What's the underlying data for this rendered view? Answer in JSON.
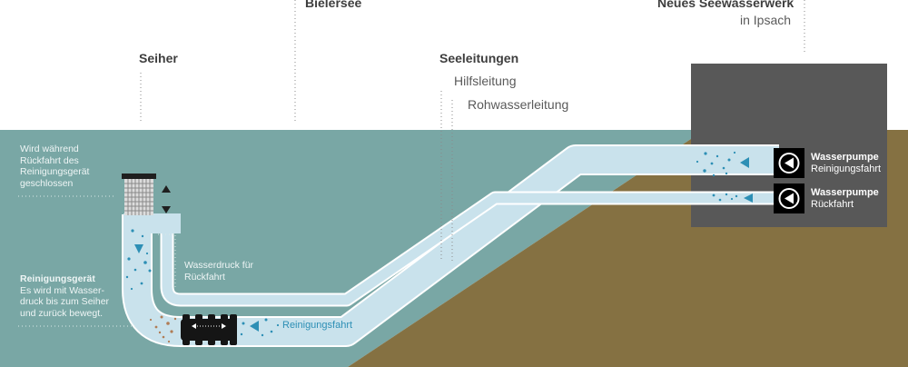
{
  "labels": {
    "bielersee": "Bielersee",
    "neues_seewasserwerk": "Neues Seewasserwerk",
    "in_ipsach": "in Ipsach",
    "seiher": "Seiher",
    "seeleitungen": "Seeleitungen",
    "hilfsleitung": "Hilfsleitung",
    "rohwasserleitung": "Rohwasserleitung"
  },
  "notes": {
    "closed_line1": "Wird während",
    "closed_line2": "Rückfahrt des",
    "closed_line3": "Reinigungsgerät",
    "closed_line4": "geschlossen",
    "device_title": "Reinigungsgerät",
    "device_line1": "Es wird mit Wasser-",
    "device_line2": "druck bis zum Seiher",
    "device_line3": "und zurück bewegt.",
    "pressure_line1": "Wasserdruck für",
    "pressure_line2": "Rückfahrt",
    "cleaning_run": "Reinigungsfahrt"
  },
  "pumps": [
    {
      "title": "Wasserpumpe",
      "subtitle": "Reinigungsfahrt"
    },
    {
      "title": "Wasserpumpe",
      "subtitle": "Rückfahrt"
    }
  ],
  "colors": {
    "water": "#79a7a5",
    "ground": "#857142",
    "pipe": "#c9e2ec",
    "building": "#585858",
    "accent_blue": "#2d8fb5",
    "sediment": "#b07c55"
  }
}
